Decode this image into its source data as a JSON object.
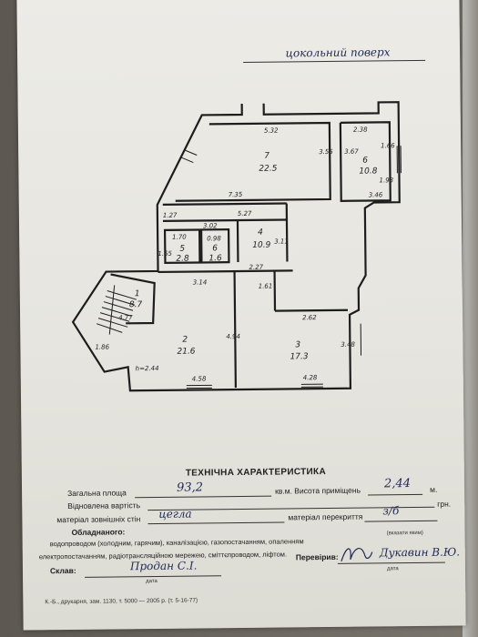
{
  "header": {
    "floor_title": "цокольний поверх"
  },
  "plan": {
    "rooms": [
      {
        "no": "7",
        "area": "22.5"
      },
      {
        "no": "6",
        "area": "10.8"
      },
      {
        "no": "4",
        "area": "10.9"
      },
      {
        "no": "5",
        "area": "2.8"
      },
      {
        "no": "6",
        "area": "1.6"
      },
      {
        "no": "1",
        "area": "8.7"
      },
      {
        "no": "2",
        "area": "21.6"
      },
      {
        "no": "3",
        "area": "17.3"
      }
    ],
    "dims": [
      "5.32",
      "2.38",
      "1.66",
      "3.55",
      "3.67",
      "1.98",
      "7.35",
      "3.46",
      "1.27",
      "5.27",
      "3.02",
      "1.70",
      "0.98",
      "1.65",
      "3.11",
      "2.27",
      "3.14",
      "1.61",
      "4.77",
      "2.62",
      "4.94",
      "3.48",
      "1.86",
      "4.58",
      "4.28"
    ],
    "height_mark": "h=2.44"
  },
  "tech": {
    "title": "ТЕХНІЧНА ХАРАКТЕРИСТИКА",
    "total_area_label": "Загальна площа",
    "total_area_value": "93,2",
    "area_unit": "кв.м. Висота приміщень",
    "height_value": "2,44",
    "height_unit": "м.",
    "restored_cost_label": "Відновлена вартість",
    "currency": "грн.",
    "walls_label": "матеріал зовнішніх стін",
    "walls_value": "цегла",
    "floor_material_label": "матеріал перекриття",
    "floor_material_value": "з/б",
    "equipped_label": "Обладнаного:",
    "equipment_line1": "водопроводом (холодним, гарячим), каналізацією, газопостачанням, опаленням",
    "equipment_line2": "електропостачанням, радіотрансляційною мережею, сміттєпроводом, ліфтом.",
    "specify_note": "(вказати яким)",
    "composed_label": "Склав:",
    "composed_value": "Продан С.І.",
    "date_label": "дата",
    "checked_label": "Перевірив:",
    "checked_value": "Дукавин В.Ю.",
    "date_label_2": "дата",
    "footer": "К.-Б., друкарня, зам. 1130, т. 5000 — 2005 р. (т. 5-16-77)"
  }
}
